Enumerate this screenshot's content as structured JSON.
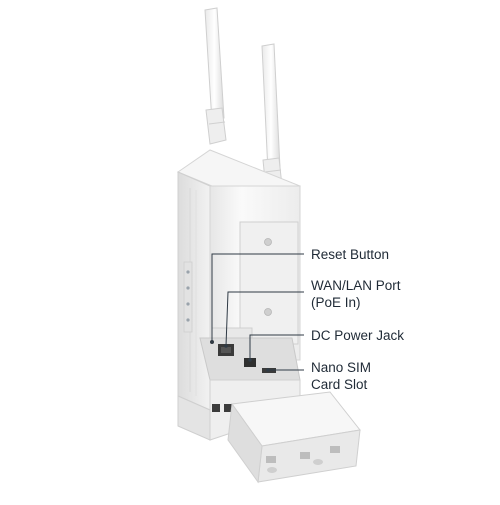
{
  "callouts": {
    "reset": {
      "line1": "Reset Button"
    },
    "wan_lan": {
      "line1": "WAN/LAN Port",
      "line2": "(PoE In)"
    },
    "dc_power": {
      "line1": "DC Power Jack"
    },
    "nano_sim": {
      "line1": "Nano SIM",
      "line2": "Card Slot"
    }
  },
  "colors": {
    "callout_line": "#2f3a45",
    "device_body": "#f4f4f4",
    "device_shadow": "#d6d6d6",
    "text": "#1f2a36"
  }
}
